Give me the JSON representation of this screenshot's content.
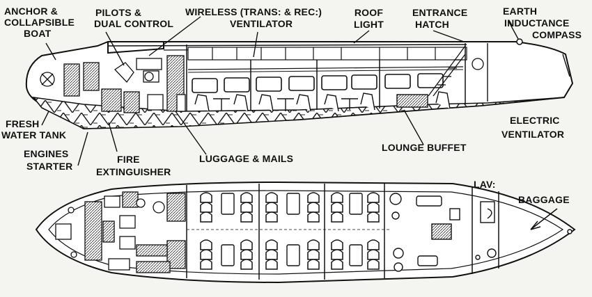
{
  "side_view": {
    "labels": {
      "anchor": [
        "ANCHOR &",
        "COLLAPSIBLE",
        "BOAT"
      ],
      "pilots": [
        "PILOTS &",
        "DUAL CONTROL"
      ],
      "wireless": [
        "WIRELESS (TRANS: & REC:)"
      ],
      "ventilator": [
        "VENTILATOR"
      ],
      "roof_light": [
        "ROOF",
        "LIGHT"
      ],
      "entrance": [
        "ENTRANCE",
        "HATCH"
      ],
      "earth": [
        "EARTH",
        "INDUCTANCE",
        "COMPASS"
      ],
      "fresh_water": [
        "FRESH",
        "WATER TANK"
      ],
      "engines": [
        "ENGINES",
        "STARTER"
      ],
      "fire": [
        "FIRE",
        "EXTINGUISHER"
      ],
      "luggage": [
        "LUGGAGE & MAILS"
      ],
      "lounge": [
        "LOUNGE BUFFET"
      ],
      "electric": [
        "ELECTRIC",
        "VENTILATOR"
      ]
    }
  },
  "plan_view": {
    "labels": {
      "lav": [
        "LAV:"
      ],
      "baggage": [
        "BAGGAGE"
      ]
    }
  }
}
